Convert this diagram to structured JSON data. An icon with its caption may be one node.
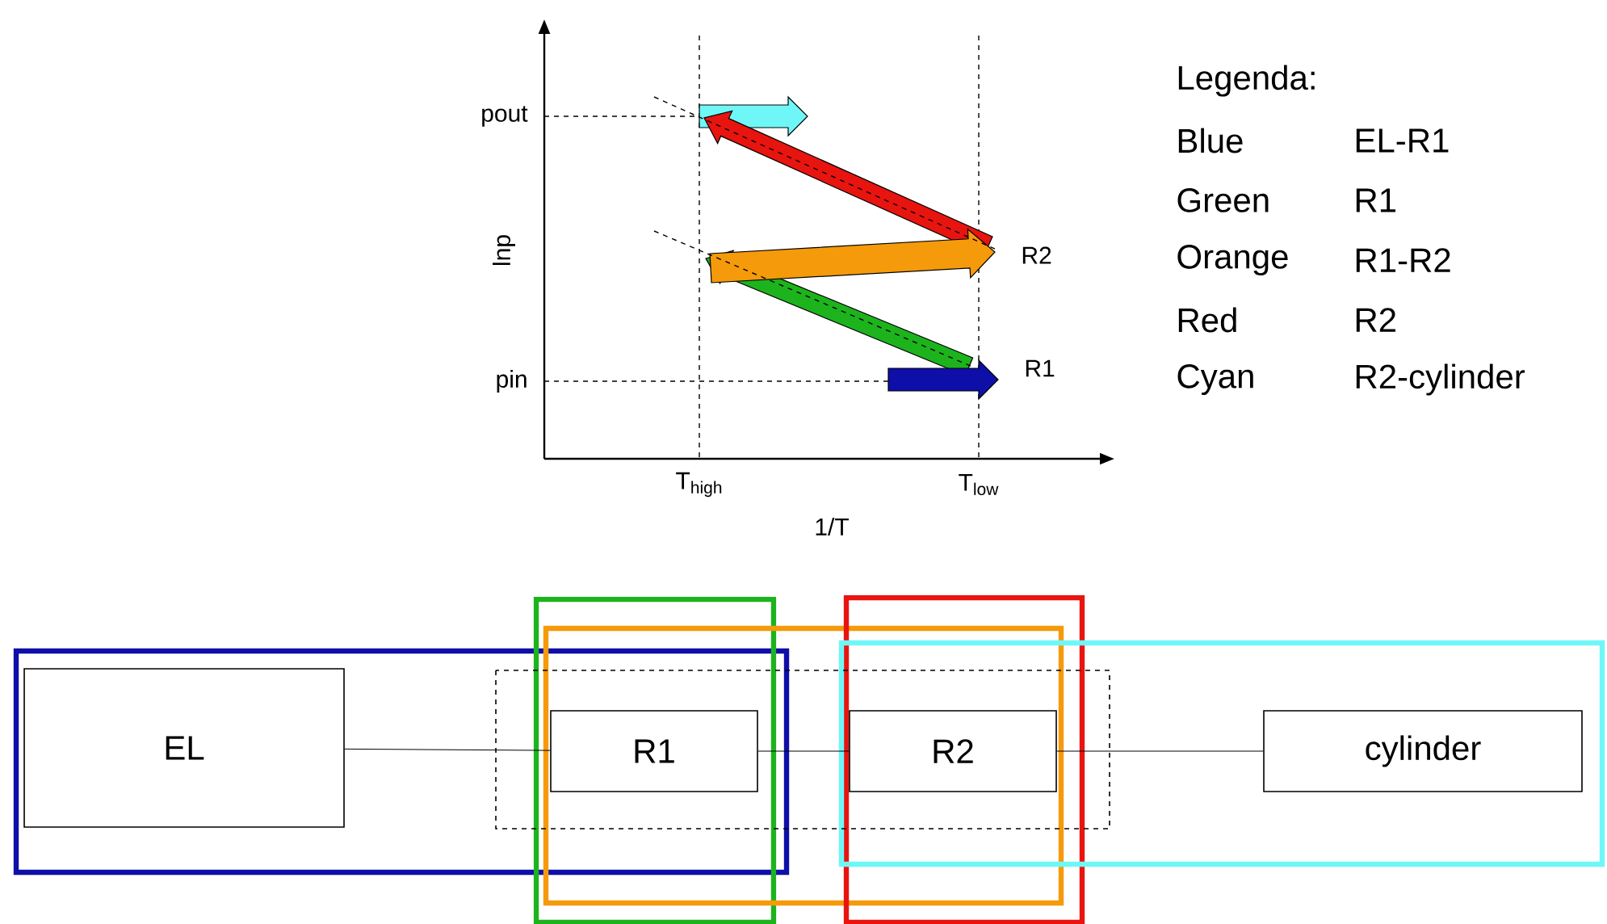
{
  "diagram": {
    "nodes": [
      {
        "text": [
          "EL"
        ]
      },
      {
        "text": [
          "R1"
        ]
      },
      {
        "text": [
          "R2"
        ]
      },
      {
        "text": [
          "cylinder"
        ]
      }
    ],
    "edges": [
      {
        "from": 0,
        "to": 1,
        "arrow": "none"
      },
      {
        "from": 1,
        "to": 2,
        "arrow": "none"
      },
      {
        "from": 2,
        "to": 3,
        "arrow": "none"
      }
    ],
    "labels": [
      "pout",
      "pin",
      "lnp",
      "R2",
      "R1",
      "T$_{high}$",
      "T$_{low}$",
      "1/T",
      "Legenda:",
      "Blue",
      "EL-R1",
      "Green",
      "R1",
      "Orange",
      "R1-R2",
      "Red",
      "R2",
      "Cyan",
      "R2-cylinder"
    ]
  }
}
